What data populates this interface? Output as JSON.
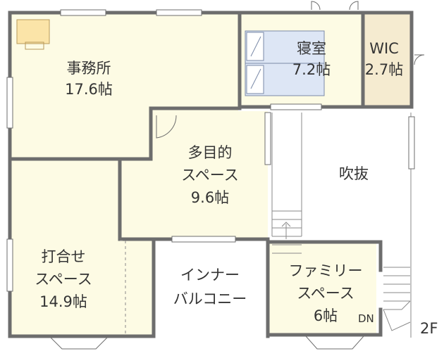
{
  "floor_label": "2F",
  "stair_dn": "DN",
  "colors": {
    "wall": "#6d6d6d",
    "room_fill": "#fdfbe4",
    "bedroom_fill": "#fdfbe4",
    "bed_fill": "#dde6f5",
    "wic_fill": "#f5ebd0",
    "desk_fill": "#fbe4a8",
    "text": "#333333"
  },
  "rooms": {
    "office": {
      "name": "事務所",
      "area": "17.6帖"
    },
    "bedroom": {
      "name": "寝室",
      "area": "7.2帖"
    },
    "wic": {
      "name": "WIC",
      "area": "2.7帖"
    },
    "multi": {
      "line1": "多目的",
      "line2": "スペース",
      "area": "9.6帖"
    },
    "void": {
      "name": "吹抜"
    },
    "meeting": {
      "line1": "打合せ",
      "line2": "スペース",
      "area": "14.9帖"
    },
    "balcony": {
      "line1": "インナー",
      "line2": "バルコニー"
    },
    "family": {
      "line1": "ファミリー",
      "line2": "スペース",
      "area": "6帖"
    }
  }
}
